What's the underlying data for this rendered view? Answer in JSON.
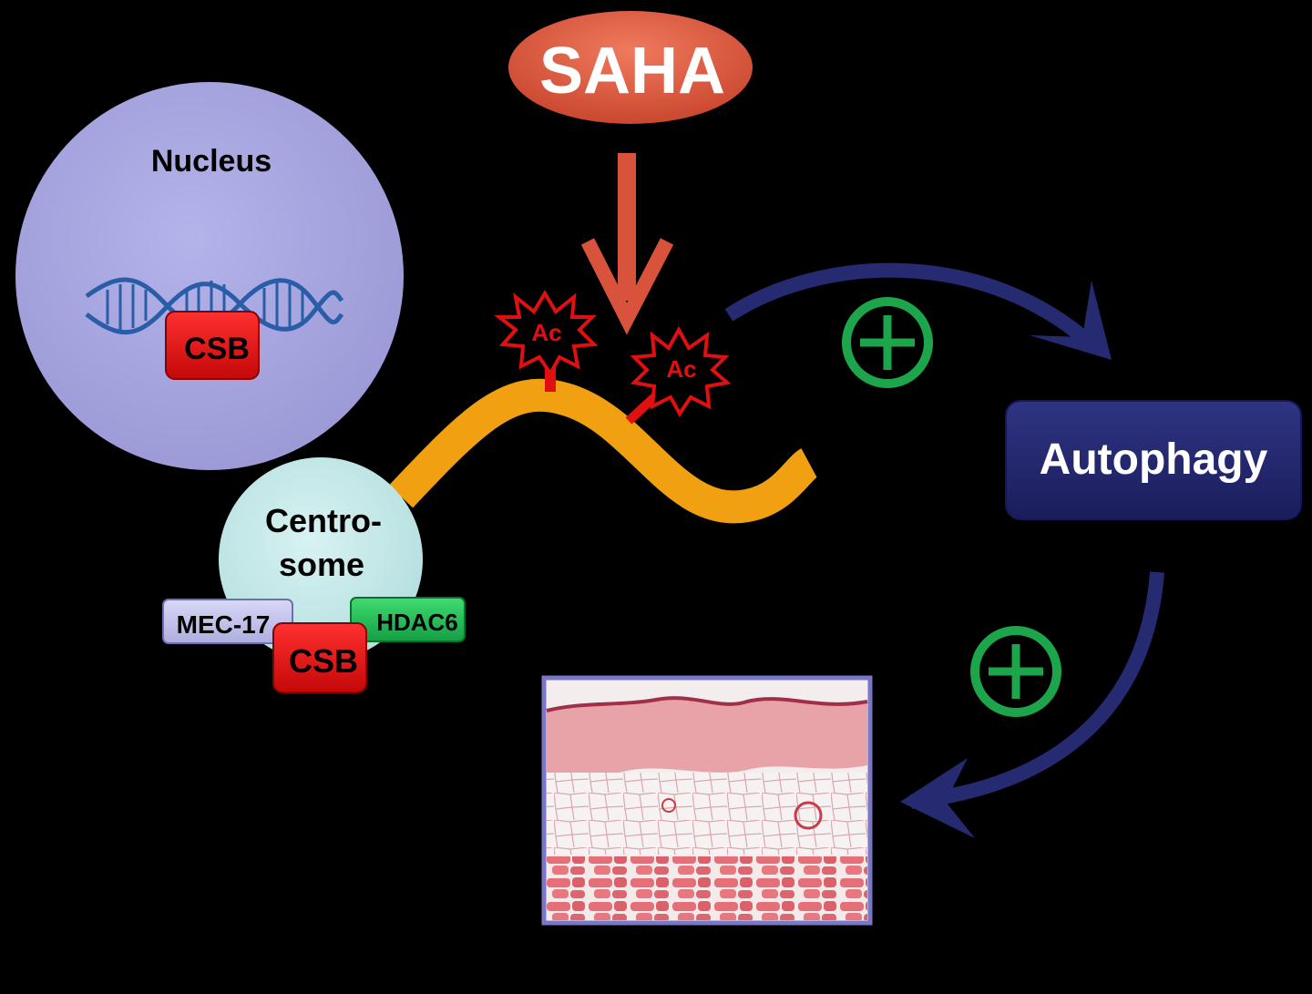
{
  "saha": {
    "label": "SAHA"
  },
  "nucleus": {
    "label": "Nucleus",
    "csb_label": "CSB"
  },
  "centrosome": {
    "label_line1": "Centro-",
    "label_line2": "some"
  },
  "proteins": {
    "mec17": "MEC-17",
    "csb": "CSB",
    "hdac6": "HDAC6"
  },
  "acetyl": {
    "tag1": "Ac",
    "tag2": "Ac"
  },
  "autophagy": {
    "label": "Autophagy"
  },
  "plus_signs": {
    "top": "+",
    "bottom": "+"
  },
  "colors": {
    "background": "#000000",
    "saha": "#d9533c",
    "nucleus": "#a9a8e0",
    "centrosome": "#c8ecec",
    "csb": "#e01010",
    "mec17": "#c2c2ee",
    "hdac6": "#22c35a",
    "microtubule": "#f0a010",
    "autophagy": "#22266e",
    "arrow": "#262a70",
    "plus": "#1da54b"
  },
  "icons": {
    "dna": "dna-helix-icon",
    "arrow_down": "arrow-down-icon",
    "plus": "plus-circle-icon",
    "tissue": "skin-tissue-histology-image"
  }
}
